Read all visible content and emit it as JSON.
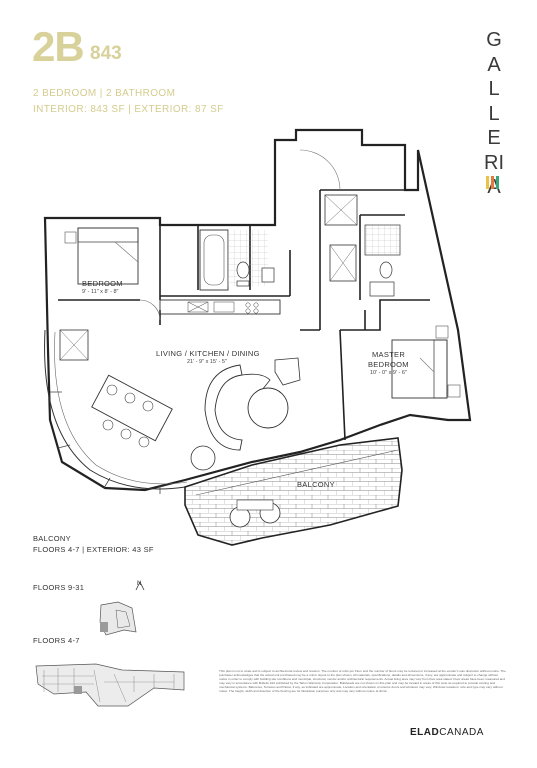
{
  "unit": {
    "code": "2B",
    "area": "843",
    "bedrooms_bathrooms": "2 BEDROOM | 2 BATHROOM",
    "sizes": "INTERIOR: 843 SF | EXTERIOR: 87 SF"
  },
  "brand": {
    "name": "GALLERIA",
    "bar_colors": [
      "#e8c34a",
      "#e17a3a",
      "#3aa57a"
    ]
  },
  "rooms": {
    "bedroom": {
      "label": "BEDROOM",
      "dims": "9' - 11\" x 8' - 8\""
    },
    "living": {
      "label": "LIVING / KITCHEN / DINING",
      "dims": "21' - 9\" x 15' - 5\""
    },
    "master": {
      "label1": "MASTER",
      "label2": "BEDROOM",
      "dims": "10' - 0\" x 9' - 6\""
    },
    "balcony": {
      "label": "BALCONY"
    }
  },
  "balcony_note": {
    "line1": "BALCONY",
    "line2": "FLOORS 4-7 | EXTERIOR: 43 SF"
  },
  "keyplans": {
    "north": "N",
    "upper": "FLOORS 9-31",
    "lower": "FLOORS 4-7"
  },
  "disclaimer": "This plan is not to scale and is subject to architectural review and revision. The number of units per Floor and the number of floors may be reduced or increased at the vendor's sole discretion without notice. The purchaser acknowledges that the actual unit purchased may be a mirror layout to the plan shown. All materials, specifications, details and dimensions, if any, are approximate and subject to change without notice in order to comply with building site conditions and municipal, structural, vendor and/or architectural requirements. Actual living area may vary from floor area stated. Floor areas have been measured and may vary in accordance with Bulletin #22 published by the Tarion Warranty Corporation. Bulkheads are not shown on this plan and may be located in areas of this suite as required to provide venting and mechanical systems. Balconies, Terraces and Patios, if any, as indicated are approximate. Location and orientation of exterior doors and windows may vary. Windows locations, size and type may vary without notice. The height, width and direction of the flooring are for illustration purposes only and may vary without notice. E.&O.E.",
  "footer": {
    "brand_bold": "ELAD",
    "brand_light": "CANADA"
  }
}
